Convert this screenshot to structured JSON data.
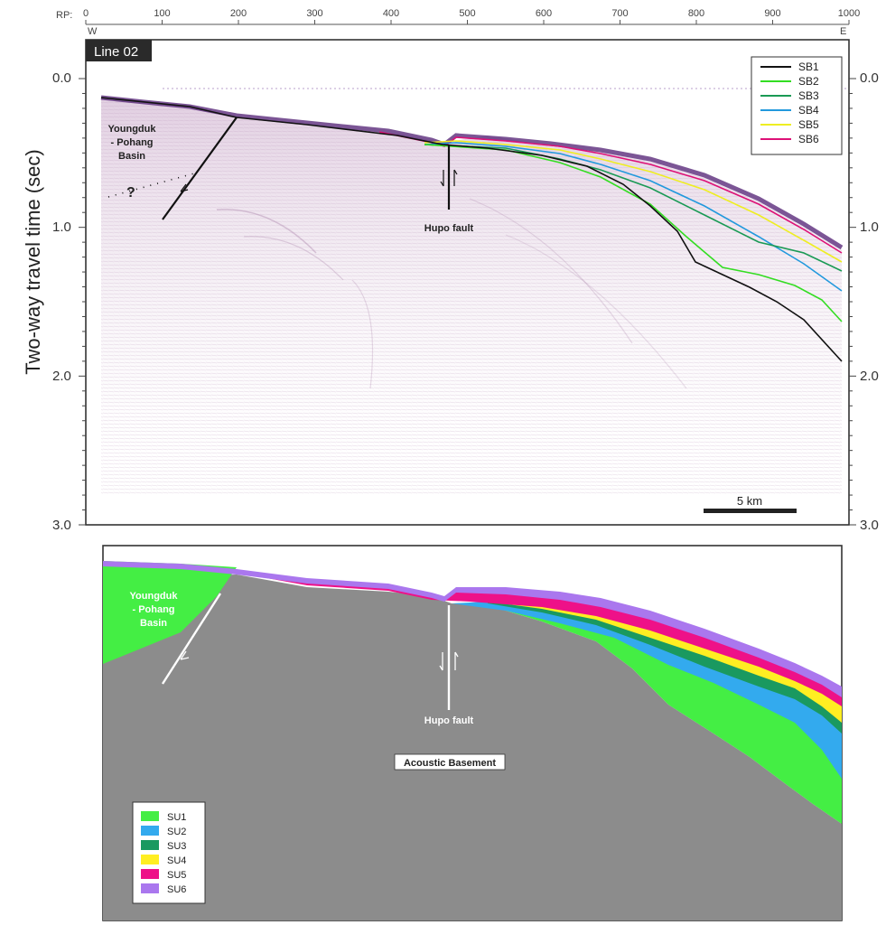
{
  "header": {
    "rp_label": "RP:",
    "rp_ticks": [
      "0",
      "100",
      "200",
      "300",
      "400",
      "500",
      "600",
      "700",
      "800",
      "900",
      "1000"
    ],
    "west_label": "W",
    "east_label": "E"
  },
  "seismic_panel": {
    "tag": "Line 02",
    "y_axis_title": "Two-way travel time (sec)",
    "y_ticks": [
      "0.0",
      "1.0",
      "2.0",
      "3.0"
    ],
    "right_y_ticks": [
      "0.0",
      "1.0",
      "2.0",
      "3.0"
    ],
    "basin_label_lines": [
      "Youngduk",
      "- Pohang",
      "Basin"
    ],
    "question_mark": "?",
    "fault_label": "Hupo fault",
    "scale_bar_label": "5 km",
    "legend": [
      {
        "label": "SB1",
        "color": "#111111"
      },
      {
        "label": "SB2",
        "color": "#33dd22"
      },
      {
        "label": "SB3",
        "color": "#1a9a55"
      },
      {
        "label": "SB4",
        "color": "#2299dd"
      },
      {
        "label": "SB5",
        "color": "#eeee22"
      },
      {
        "label": "SB6",
        "color": "#dd1177"
      }
    ]
  },
  "interpretation_panel": {
    "basin_label_lines": [
      "Youngduk",
      "- Pohang",
      "Basin"
    ],
    "fault_label": "Hupo fault",
    "basement_label": "Acoustic Basement",
    "basement_color": "#8c8c8c",
    "legend": [
      {
        "label": "SU1",
        "color": "#44ee44"
      },
      {
        "label": "SU2",
        "color": "#33aaee"
      },
      {
        "label": "SU3",
        "color": "#1a9960"
      },
      {
        "label": "SU4",
        "color": "#ffee22"
      },
      {
        "label": "SU5",
        "color": "#ee1188"
      },
      {
        "label": "SU6",
        "color": "#aa77ee"
      }
    ]
  }
}
